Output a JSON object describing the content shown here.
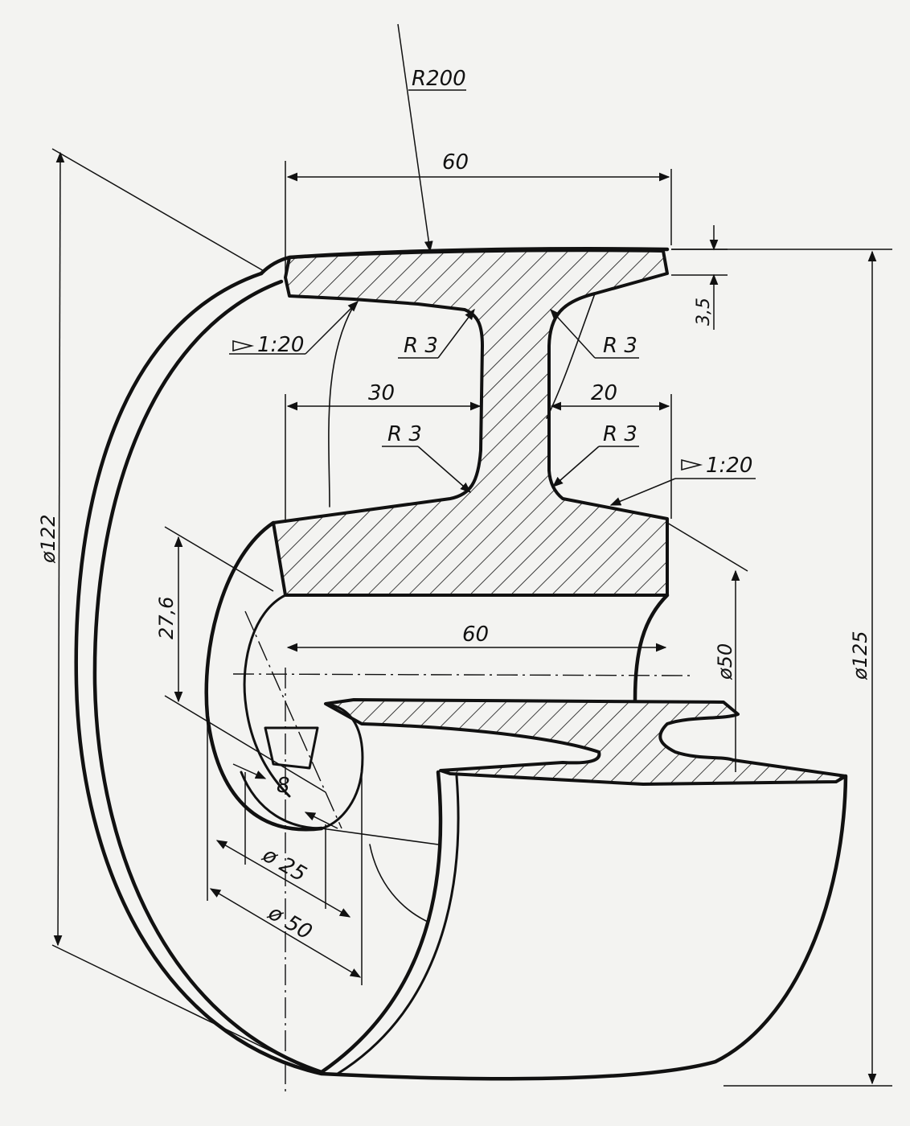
{
  "dimensions": {
    "r200": "R200",
    "width_top": "60",
    "rim_thickness": "3,5",
    "taper_left": "1:20",
    "taper_right": "1:20",
    "fillet_top_left": "R 3",
    "fillet_top_right": "R 3",
    "fillet_bottom_left": "R 3",
    "fillet_bottom_right": "R 3",
    "web_left": "30",
    "web_right": "20",
    "dia_122": "ø122",
    "dia_125": "ø125",
    "dia_hub_50": "ø50",
    "keyway_depth": "27,6",
    "bore_length": "60",
    "keyway_width": "8",
    "bore_dia": "ø 25",
    "hub_dia": "ø 50"
  },
  "colors": {
    "ink": "#111111",
    "paper": "#f3f3f1"
  }
}
